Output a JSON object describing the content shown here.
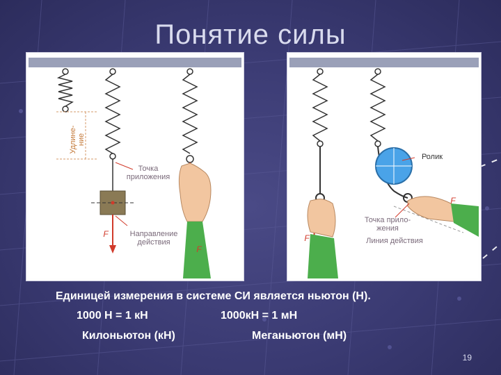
{
  "slide": {
    "title": "Понятие силы",
    "line1": "Единицей измерения в системе СИ является ньютон (Н).",
    "line2_left": "1000 Н = 1 кН",
    "line2_right": "1000кН = 1 мН",
    "line3_left": "Килоньютон (кН)",
    "line3_right": "Меганьютон (мН)",
    "page_number": "19"
  },
  "left_figure": {
    "elongation_label": "Удлине-\nние",
    "application_point": "Точка\nприложения",
    "direction": "Направление\nдействия",
    "force_symbol": "F"
  },
  "right_figure": {
    "pulley_label": "Ролик",
    "application_point": "Точка прило-\nжения",
    "line_of_action": "Линия действия",
    "force_symbol": "F"
  },
  "colors": {
    "background": "#3a3a72",
    "title": "#d9dbee",
    "force_arrow": "#d13a2a",
    "pulley": "#4aa3e8",
    "sleeve": "#4cae4c",
    "weight": "#8a7a55"
  }
}
